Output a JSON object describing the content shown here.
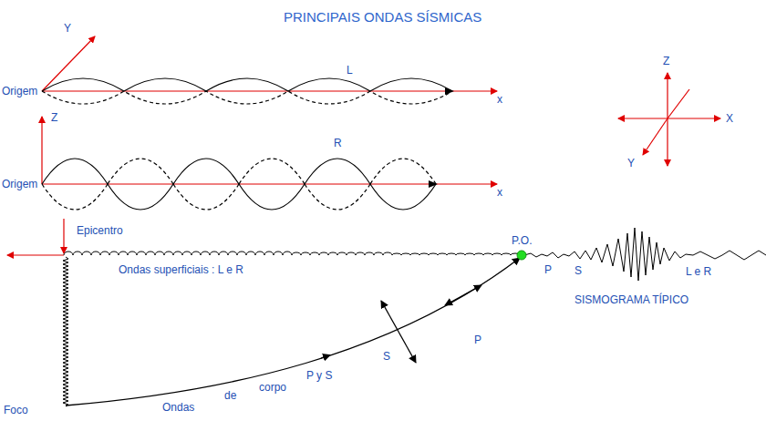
{
  "diagram": {
    "title": "PRINCIPAIS ONDAS SÍSMICAS",
    "labels": [
      "Y",
      "L",
      "Origem",
      "x",
      "Z",
      "X",
      "Y",
      "Z",
      "R",
      "Origem",
      "x",
      "Epicentro",
      "P.O.",
      "Ondas superficiais : L e R",
      "P",
      "S",
      "L e R",
      "SISMOGRAMA TÍPICO",
      "S",
      "P",
      "Ondas",
      "de",
      "corpo",
      "P y S",
      "Foco"
    ]
  }
}
